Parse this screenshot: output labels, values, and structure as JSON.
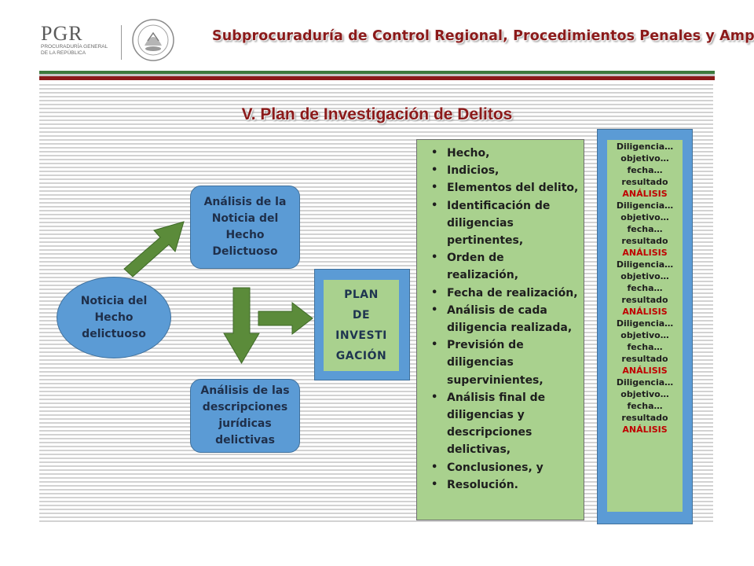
{
  "header": {
    "logo_text": "PGR",
    "logo_subtitle_line1": "PROCURADURÍA GENERAL",
    "logo_subtitle_line2": "DE LA REPÚBLICA",
    "title": "Subprocuraduría de Control Regional, Procedimientos Penales y Amparo"
  },
  "slide": {
    "title": "V. Plan de Investigación de Delitos"
  },
  "diagram": {
    "start_node": "Noticia del Hecho delictuoso",
    "analysis_news": "Análisis de la Noticia del Hecho Delictuoso",
    "analysis_descriptions": "Análisis de las descripciones jurídicas delictivas",
    "plan_lines": [
      "PLAN",
      "DE",
      "INVESTI",
      "GACIÓN"
    ],
    "plan_items": [
      "Hecho,",
      "Indicios,",
      "Elementos del delito,",
      "Identificación de diligencias pertinentes,",
      "Orden de realización,",
      "Fecha de realización,",
      "Análisis de cada diligencia realizada,",
      "Previsión de diligencias supervinientes,",
      "Análisis final de diligencias y descripciones delictivas,",
      "Conclusiones, y",
      "Resolución."
    ],
    "diligence_block": {
      "line1": "Diligencia…",
      "line2": "objetivo…",
      "line3": "fecha…",
      "line4": "resultado",
      "analysis": "ANÁLISIS"
    },
    "diligence_repeat": 5
  },
  "colors": {
    "node_blue": "#5b9bd5",
    "node_green": "#a9d18e",
    "arrow_green": "#5b8b3a",
    "title_red": "#8b1a1a",
    "analysis_red": "#c00000"
  }
}
